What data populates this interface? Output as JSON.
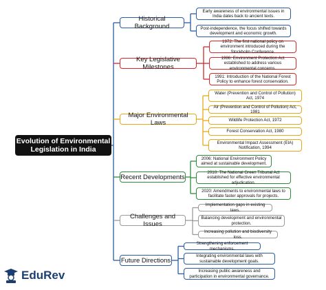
{
  "root": {
    "text": "Evolution of Environmental Legislation in India"
  },
  "colors": {
    "historical": "#2a5aa0",
    "milestones": "#d62828",
    "laws": "#e6a817",
    "recent": "#2e8b3a",
    "challenges": "#9a9a9a",
    "future": "#2a5aa0"
  },
  "branches": [
    {
      "label": "Historical Background",
      "color_key": "historical",
      "leaves": [
        "Early awareness of environmental issues in India dates back to ancient texts.",
        "Post-independence, the focus shifted towards development and economic growth."
      ]
    },
    {
      "label": "Key Legislative Milestones",
      "color_key": "milestones",
      "leaves": [
        "1972: The first national policy on environment introduced during the Stockholm Conference.",
        "1986: Environment Protection Act established to address various environmental concerns.",
        "1991: Introduction of the National Forest Policy to enhance forest conservation."
      ]
    },
    {
      "label": "Major Environmental Laws",
      "color_key": "laws",
      "leaves": [
        "Water (Prevention and Control of Pollution) Act, 1974",
        "Air (Prevention and Control of Pollution) Act, 1981",
        "Wildlife Protection Act, 1972",
        "Forest Conservation Act, 1980",
        "Environmental Impact Assessment (EIA) Notification, 1994"
      ]
    },
    {
      "label": "Recent Developments",
      "color_key": "recent",
      "leaves": [
        "2006: National Environment Policy aimed at sustainable development.",
        "2010: The National Green Tribunal Act established for effective environmental adjudication.",
        "2020: Amendments to environmental laws to facilitate faster approvals for projects."
      ]
    },
    {
      "label": "Challenges and Issues",
      "color_key": "challenges",
      "leaves": [
        "Implementation gaps in existing laws.",
        "Balancing development and environmental protection.",
        "Increasing pollution and biodiversity loss."
      ]
    },
    {
      "label": "Future Directions",
      "color_key": "future",
      "leaves": [
        "Strengthening enforcement mechanisms.",
        "Integrating environmental laws with sustainable development goals.",
        "Increasing public awareness and participation in environmental governance."
      ]
    }
  ],
  "logo": {
    "text": "EduRev",
    "icon": "graduate-icon"
  }
}
